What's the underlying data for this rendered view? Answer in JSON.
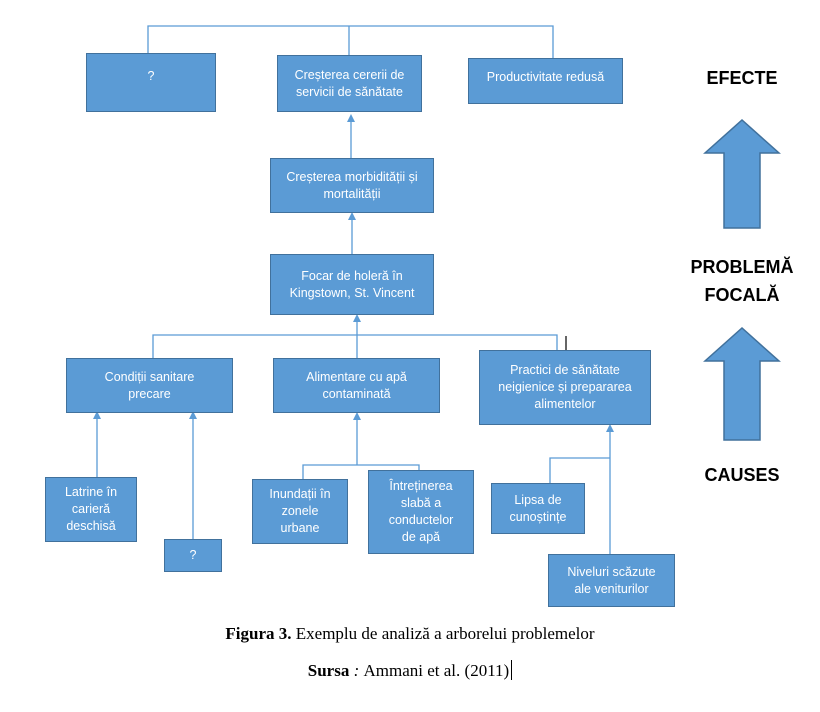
{
  "diagram": {
    "effects": [
      "?",
      "Creșterea cererii de servicii de sănătate",
      "Productivitate redusă"
    ],
    "morbidity": "Creșterea morbidității și mortalității",
    "focal_problem": "Focar de holeră în Kingstown, St. Vincent",
    "causes": [
      "Condiții sanitare precare",
      "Alimentare cu apă contaminată",
      "Practici de sănătate neigienice și prepararea alimentelor"
    ],
    "sub_causes": {
      "sanitation": [
        "Latrine în carieră deschisă",
        "?"
      ],
      "water": [
        "Inundații în zonele urbane",
        "Întreținerea slabă a conductelor de apă"
      ],
      "hygiene": [
        "Lipsa de cunoștințe",
        "Niveluri scăzute ale veniturilor"
      ]
    }
  },
  "side_labels": {
    "effects": "EFECTE",
    "focal": "PROBLEMĂ\nFOCALĂ",
    "causes": "CAUSES"
  },
  "caption": {
    "figure_label": "Figura 3.",
    "figure_text": " Exemplu de analiză a arborelui problemelor",
    "source_label": "Sursa",
    "source_sep": " : ",
    "source_text": "Ammani et al. (2011)"
  },
  "colors": {
    "box_fill": "#5b9bd5",
    "box_border": "#41719c",
    "connector": "#5b9bd5",
    "arrow": "#5b9bd5"
  }
}
